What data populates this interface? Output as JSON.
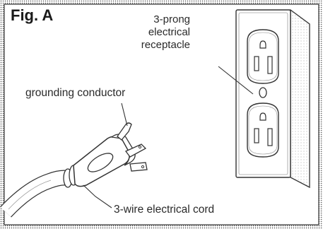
{
  "figure": {
    "title": "Fig. A",
    "labels": {
      "receptacle": [
        "3-prong",
        "electrical",
        "receptacle"
      ],
      "grounding": "grounding conductor",
      "cord": "3-wire electrical cord"
    }
  },
  "colors": {
    "ink": "#2a2a2a",
    "outline": "#333333",
    "frame_fill": "#ffffff",
    "plate_shadow": "#bbbbbb"
  }
}
